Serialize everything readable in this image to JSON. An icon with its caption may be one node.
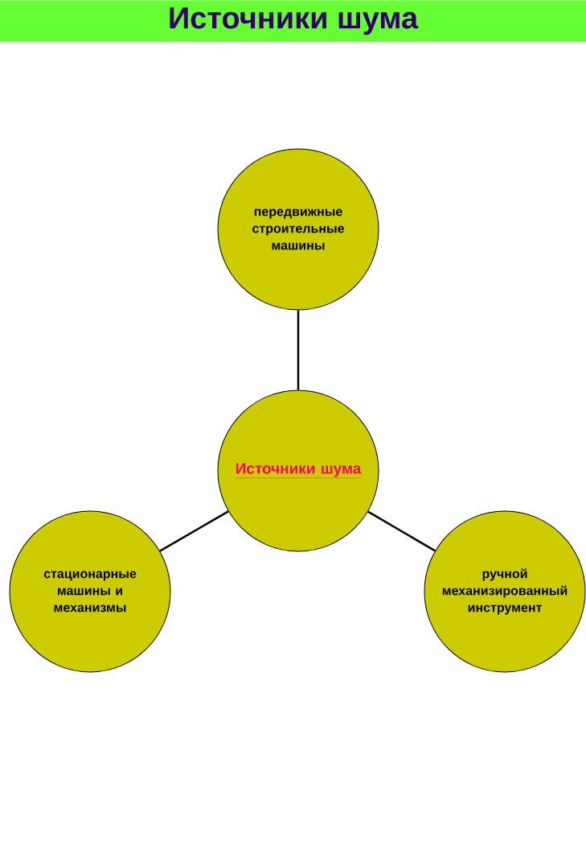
{
  "diagram": {
    "title": "Источники шума",
    "nodes": [
      {
        "text": [
          "Источники шума"
        ]
      },
      {
        "text": [
          "передвижные строительные машины"
        ]
      },
      {
        "text": [
          "стационарные машины и механизмы"
        ]
      },
      {
        "text": [
          "ручной механизированный инструмент"
        ]
      }
    ],
    "edges": [
      {
        "from": 0,
        "to": 1,
        "arrow": "none"
      },
      {
        "from": 0,
        "to": 2,
        "arrow": "none"
      },
      {
        "from": 0,
        "to": 3,
        "arrow": "none"
      }
    ]
  }
}
